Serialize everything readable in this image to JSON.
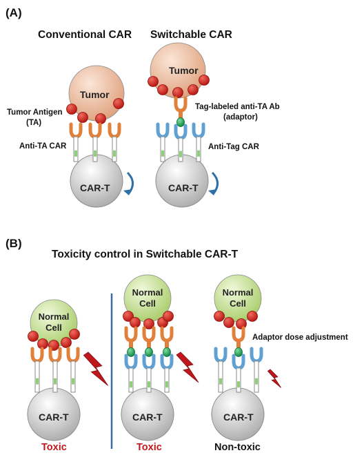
{
  "panels": {
    "a_label": "(A)",
    "b_label": "(B)"
  },
  "panel_a": {
    "conventional_title": "Conventional CAR",
    "switchable_title": "Switchable CAR",
    "tumor_left": "Tumor",
    "tumor_right": "Tumor",
    "tumor_antigen_line1": "Tumor Antigen",
    "tumor_antigen_line2": "(TA)",
    "anti_ta_car": "Anti-TA CAR",
    "adaptor_line1": "Tag-labeled anti-TA Ab",
    "adaptor_line2": "(adaptor)",
    "anti_tag_car": "Anti-Tag CAR",
    "cart_left": "CAR-T",
    "cart_right": "CAR-T"
  },
  "panel_b": {
    "title": "Toxicity control in Switchable CAR-T",
    "normal_1_line1": "Normal",
    "normal_1_line2": "Cell",
    "normal_2_line1": "Normal",
    "normal_2_line2": "Cell",
    "normal_3_line1": "Normal",
    "normal_3_line2": "Cell",
    "adaptor_dose": "Adaptor dose adjustment",
    "cart_1": "CAR-T",
    "cart_2": "CAR-T",
    "cart_3": "CAR-T",
    "result_1": "Toxic",
    "result_2": "Toxic",
    "result_3": "Non-toxic"
  },
  "colors": {
    "tumor_fill": "#f0c2a4",
    "normal_fill": "#cfe6a0",
    "antigen_red": "#d9261c",
    "car_orange": "#e0803b",
    "car_blue": "#5fa1d2",
    "tag_green": "#1fae5a",
    "cart_gray": "#d8d8d8",
    "toxic_red": "#c0171d",
    "divider_blue": "#3a6aa0"
  },
  "icons": {
    "toxicity": "lightning-bolt-icon",
    "rotation": "curved-arrow-icon"
  }
}
